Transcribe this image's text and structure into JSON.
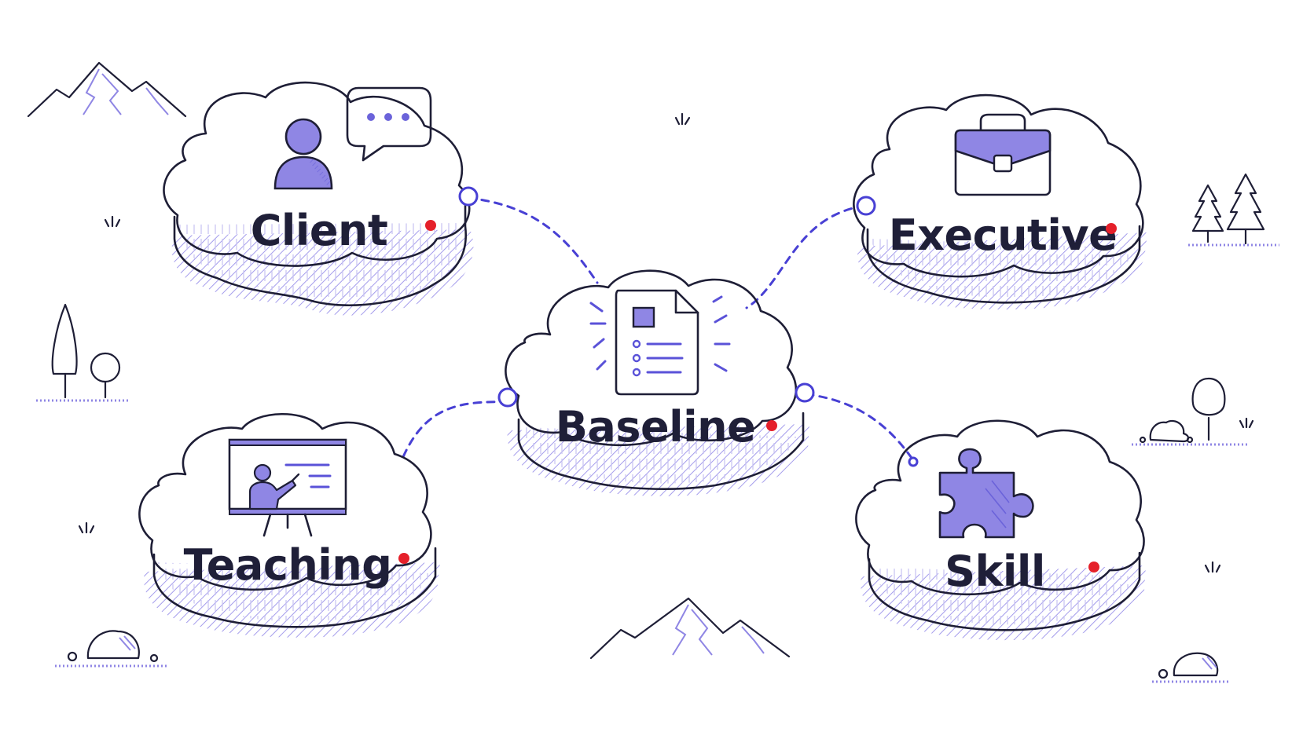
{
  "diagram": {
    "nodes": [
      {
        "id": "client",
        "label": "Client",
        "icon": "person-chat-icon"
      },
      {
        "id": "executive",
        "label": "Executive",
        "icon": "briefcase-icon"
      },
      {
        "id": "baseline",
        "label": "Baseline",
        "icon": "document-list-icon"
      },
      {
        "id": "teaching",
        "label": "Teaching",
        "icon": "teacher-board-icon"
      },
      {
        "id": "skill",
        "label": "Skill",
        "icon": "puzzle-piece-icon"
      }
    ],
    "edges": [
      {
        "from": "client",
        "to": "baseline"
      },
      {
        "from": "executive",
        "to": "baseline"
      },
      {
        "from": "teaching",
        "to": "baseline"
      },
      {
        "from": "skill",
        "to": "baseline"
      }
    ],
    "colors": {
      "ink": "#1e1e36",
      "accent": "#8f86e4",
      "connector": "#4840d4",
      "marker": "#e5202a"
    }
  }
}
